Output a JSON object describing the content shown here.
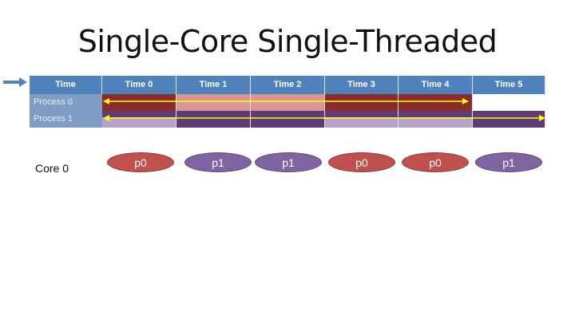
{
  "slide": {
    "title": "Single-Core Single-Threaded"
  },
  "colors": {
    "header": "#4f81bd",
    "p0_dark": "#8b2c2c",
    "p0_light": "#d99794",
    "p1_dark": "#5f3c78",
    "p1_light": "#b7a3c9",
    "pill_p0": "#c0504d",
    "pill_p1": "#8064a2",
    "arrow": "#ffff00"
  },
  "table": {
    "header": [
      "Time",
      "Time 0",
      "Time 1",
      "Time 2",
      "Time 3",
      "Time 4",
      "Time 5"
    ],
    "rows": [
      {
        "label": "Process 0",
        "segments": [
          "run",
          "wait",
          "wait",
          "run",
          "run",
          "none"
        ]
      },
      {
        "label": "Process 1",
        "segments": [
          "wait",
          "run",
          "run",
          "wait",
          "wait",
          "run"
        ]
      }
    ]
  },
  "core": {
    "label": "Core 0",
    "schedule": [
      "p0",
      "p1",
      "p1",
      "p0",
      "p0",
      "p1"
    ]
  }
}
